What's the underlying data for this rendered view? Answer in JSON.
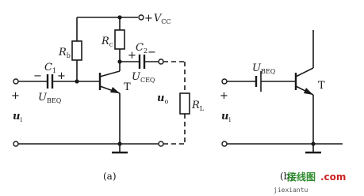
{
  "circuit_a": {
    "vcc": {
      "sign": "+",
      "main": "V",
      "sub": "CC"
    },
    "rb": {
      "main": "R",
      "sub": "b"
    },
    "rc": {
      "main": "R",
      "sub": "c"
    },
    "c1": {
      "main": "C",
      "sub": "1"
    },
    "c2": {
      "main": "C",
      "sub": "2"
    },
    "ubeq": {
      "main": "U",
      "sub": "BEQ"
    },
    "uceq": {
      "main": "U",
      "sub": "CEQ"
    },
    "transistor": "T",
    "rl": {
      "main": "R",
      "sub": "L"
    },
    "ui": {
      "main": "u",
      "sub": "i"
    },
    "uo": {
      "main": "u",
      "sub": "o"
    },
    "caption": "(a)"
  },
  "circuit_b": {
    "ubeq": {
      "main": "U",
      "sub": "BEQ"
    },
    "transistor": "T",
    "ui": {
      "main": "u",
      "sub": "i"
    },
    "caption": "(b)"
  },
  "signs": {
    "plus": "+",
    "minus": "−"
  },
  "watermark": {
    "text": "接线图",
    "tail": ".com",
    "url": "jiexiantu",
    "color_green": "#2e8b2e",
    "color_red": "#cc2222"
  }
}
